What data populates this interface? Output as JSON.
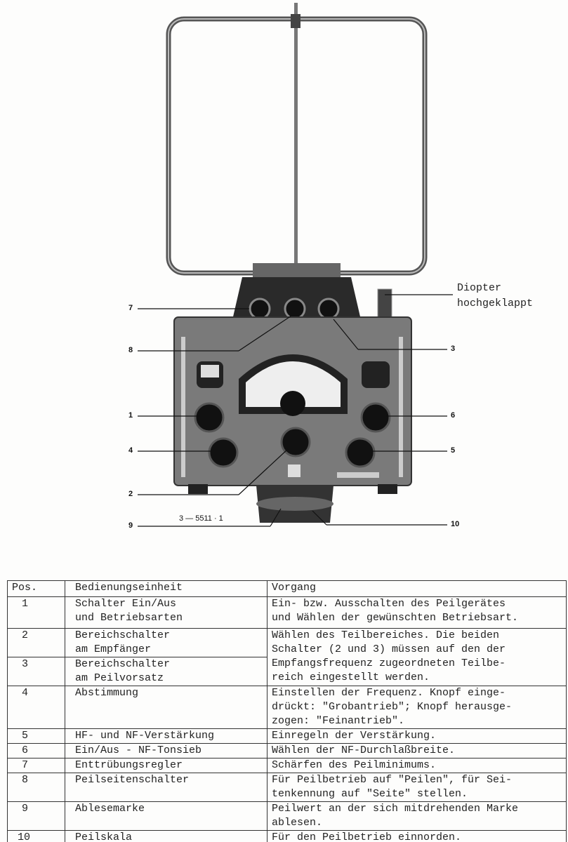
{
  "figure": {
    "callouts": [
      "1",
      "2",
      "3",
      "4",
      "5",
      "6",
      "7",
      "8",
      "9",
      "10"
    ],
    "diopter_note": [
      "Diopter",
      "hochgeklappt"
    ],
    "figure_number": "3 — 5511 · 1"
  },
  "table": {
    "headers": [
      "Pos.",
      "Bedienungseinheit",
      "Vorgang"
    ],
    "rows": [
      {
        "pos": "1",
        "unit": "Schalter Ein/Aus\nund Betriebsarten",
        "action": "Ein- bzw. Ausschalten des Peilgerätes\nund Wählen der gewünschten Betriebsart."
      },
      {
        "pos": "2",
        "unit": "Bereichschalter\nam Empfänger",
        "action": "Wählen des Teilbereiches. Die beiden\nSchalter (2 und 3) müssen auf den der\nEmpfangsfrequenz zugeordneten Teilbe-\nreich eingestellt werden."
      },
      {
        "pos": "3",
        "unit": "Bereichschalter\nam Peilvorsatz"
      },
      {
        "pos": "4",
        "unit": "Abstimmung",
        "action": "Einstellen der Frequenz. Knopf einge-\ndrückt: \"Grobantrieb\"; Knopf herausge-\nzogen: \"Feinantrieb\"."
      },
      {
        "pos": "5",
        "unit": "HF- und NF-Verstärkung",
        "action": "Einregeln der Verstärkung."
      },
      {
        "pos": "6",
        "unit": "Ein/Aus - NF-Tonsieb",
        "action": "Wählen der NF-Durchlaßbreite."
      },
      {
        "pos": "7",
        "unit": "Enttrübungsregler",
        "action": "Schärfen des Peilminimums."
      },
      {
        "pos": "8",
        "unit": "Peilseitenschalter",
        "action": "Für Peilbetrieb auf \"Peilen\", für Sei-\ntenkennung auf \"Seite\" stellen."
      },
      {
        "pos": "9",
        "unit": "Ablesemarke",
        "action": "Peilwert an der sich mitdrehenden Marke\nablesen."
      },
      {
        "pos": "10",
        "unit": "Peilskala",
        "action": "Für den Peilbetrieb einnorden."
      }
    ]
  }
}
